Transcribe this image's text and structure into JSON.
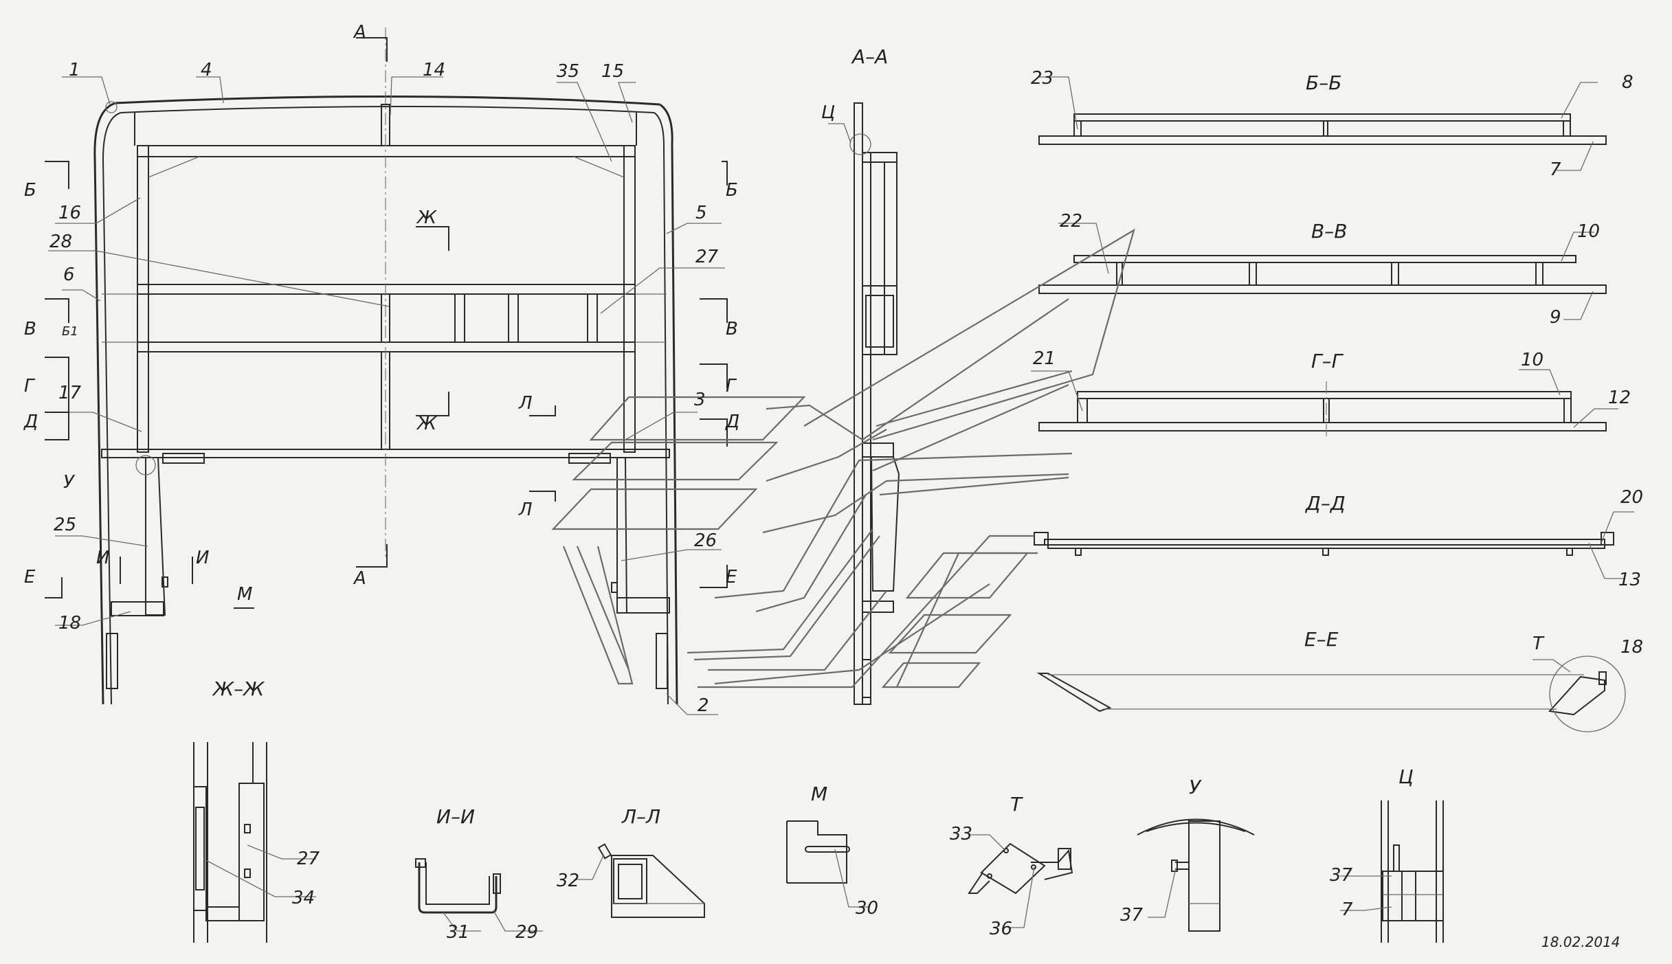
{
  "sections": {
    "aa": "А–А",
    "bb": "Б–Б",
    "vv": "В–В",
    "gg": "Г–Г",
    "dd": "Д–Д",
    "ee": "Е–Е",
    "zz": "Ж–Ж",
    "ii": "И–И",
    "ll": "Л–Л",
    "m": "М",
    "t": "Т",
    "u": "У",
    "ts": "Ц"
  },
  "letters": {
    "A": "А",
    "B": "Б",
    "V": "В",
    "G": "Г",
    "D": "Д",
    "E": "Е",
    "Zh": "Ж",
    "L": "Л",
    "I": "И",
    "M": "М",
    "U": "У",
    "Ts": "Ц",
    "T": "Т",
    "B1": "Б1"
  },
  "parts": [
    "1",
    "2",
    "3",
    "4",
    "5",
    "6",
    "7",
    "8",
    "9",
    "10",
    "12",
    "13",
    "14",
    "15",
    "16",
    "17",
    "18",
    "20",
    "21",
    "22",
    "23",
    "25",
    "26",
    "27",
    "28",
    "29",
    "30",
    "31",
    "32",
    "33",
    "34",
    "35",
    "36",
    "37"
  ],
  "date": "18.02.2014"
}
